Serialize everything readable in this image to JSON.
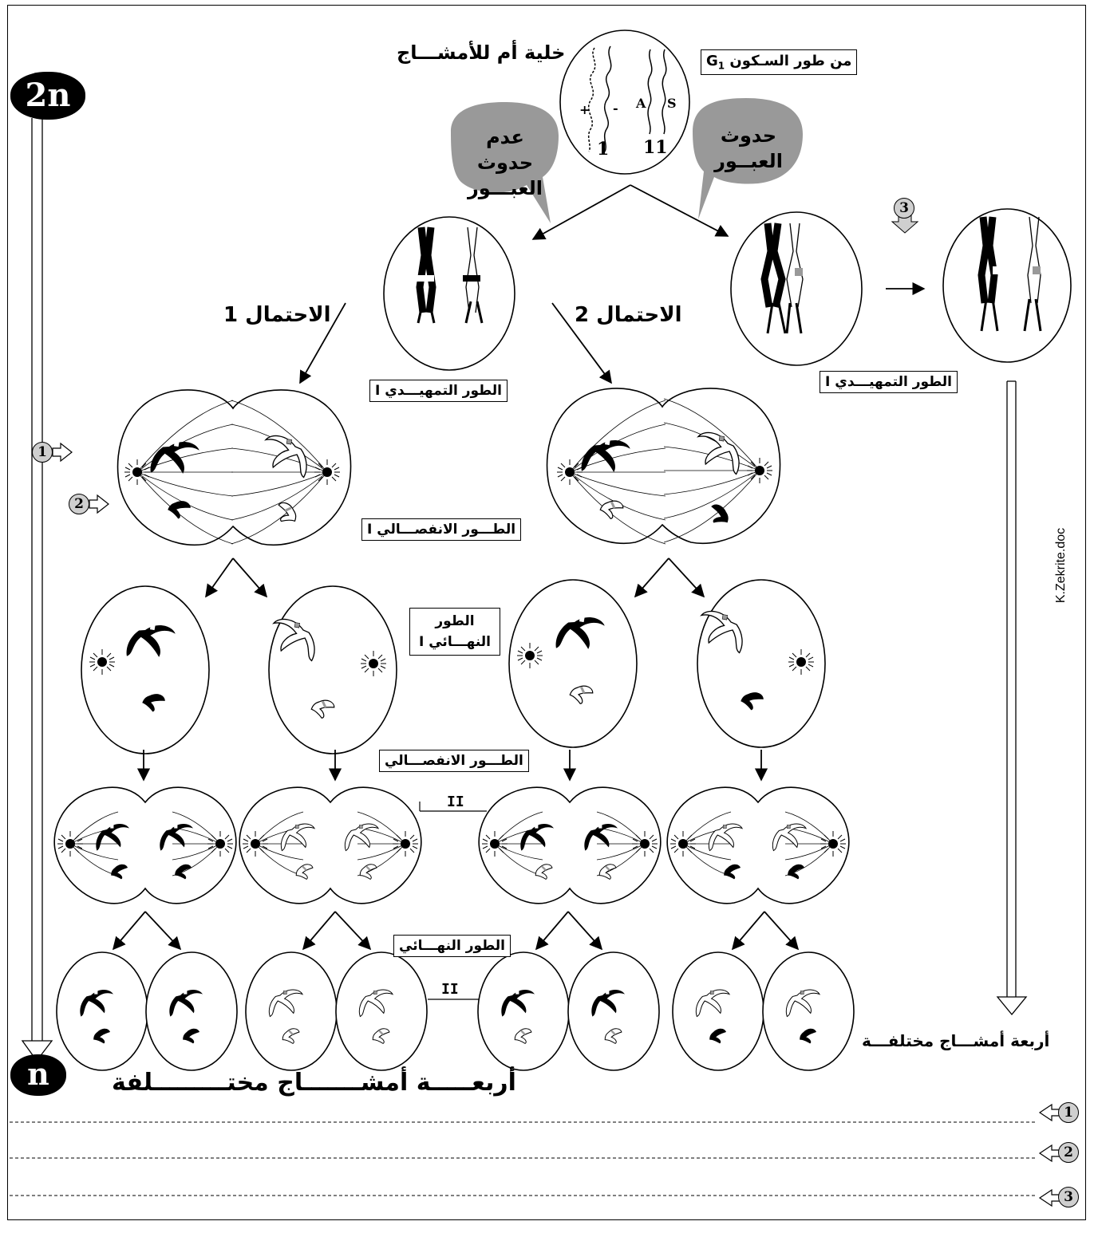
{
  "top_cell": {
    "title": "خلية أم للأمشـــاج",
    "phase_label": "من طور السـكون",
    "phase_code": "G",
    "phase_sub": "1",
    "chromosomes": [
      "1",
      "11"
    ],
    "alleles": [
      "+",
      "-",
      "A",
      "S"
    ]
  },
  "ploidy": {
    "start": "2n",
    "end": "n"
  },
  "bubbles": {
    "no_crossing": "عدم حدوث العبـــور",
    "crossing": "حدوث العبــور"
  },
  "possibilities": {
    "p1": "الاحتمال 1",
    "p2": "الاحتمال 2"
  },
  "phases": {
    "prophase1": "الطور التمهيـــدي I",
    "anaphase1": "الطـــور الانفصـــالي I",
    "telophase1": "الطور النهـــائي I",
    "anaphase2": "الطـــور الانفصـــالي",
    "anaphase2_num": "II",
    "telophase2": "الطور النهـــائي",
    "telophase2_num": "II"
  },
  "results": {
    "right": "أربعة أمشـــاج مختلفـــة",
    "bottom": "أربعـــــة أمشـــــــاج مختـــــــــلفة"
  },
  "watermark": "K.Zekrite.doc",
  "markers": [
    "1",
    "2",
    "3"
  ],
  "answer_lines": [
    "1",
    "2",
    "3"
  ]
}
